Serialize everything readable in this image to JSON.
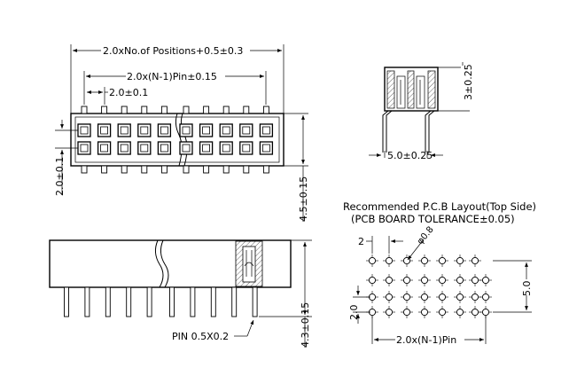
{
  "top_view": {
    "dim_total": "2.0xNo.of  Positions+0.5±0.3",
    "dim_span": "2.0x(N-1)Pin±0.15",
    "dim_pitch": "2.0±0.1",
    "dim_row_pitch": "2.0±0.1",
    "dim_height": "4.5±0.15"
  },
  "side_view": {
    "dim_height": "4.3±0.15",
    "pin_label": "PIN  0.5X0.2"
  },
  "end_view": {
    "dim_height": "3±0.25",
    "dim_width": "5.0±0.25"
  },
  "pcb_layout": {
    "title_line1": "Recommended  P.C.B  Layout(Top  Side)",
    "title_line2": "(PCB  BOARD  TOLERANCE±0.05)",
    "dim_pitch": "2",
    "dim_hole": "φ0.8",
    "dim_row": "2.0",
    "dim_width": "5.0",
    "dim_span": "2.0x(N-1)Pin"
  }
}
